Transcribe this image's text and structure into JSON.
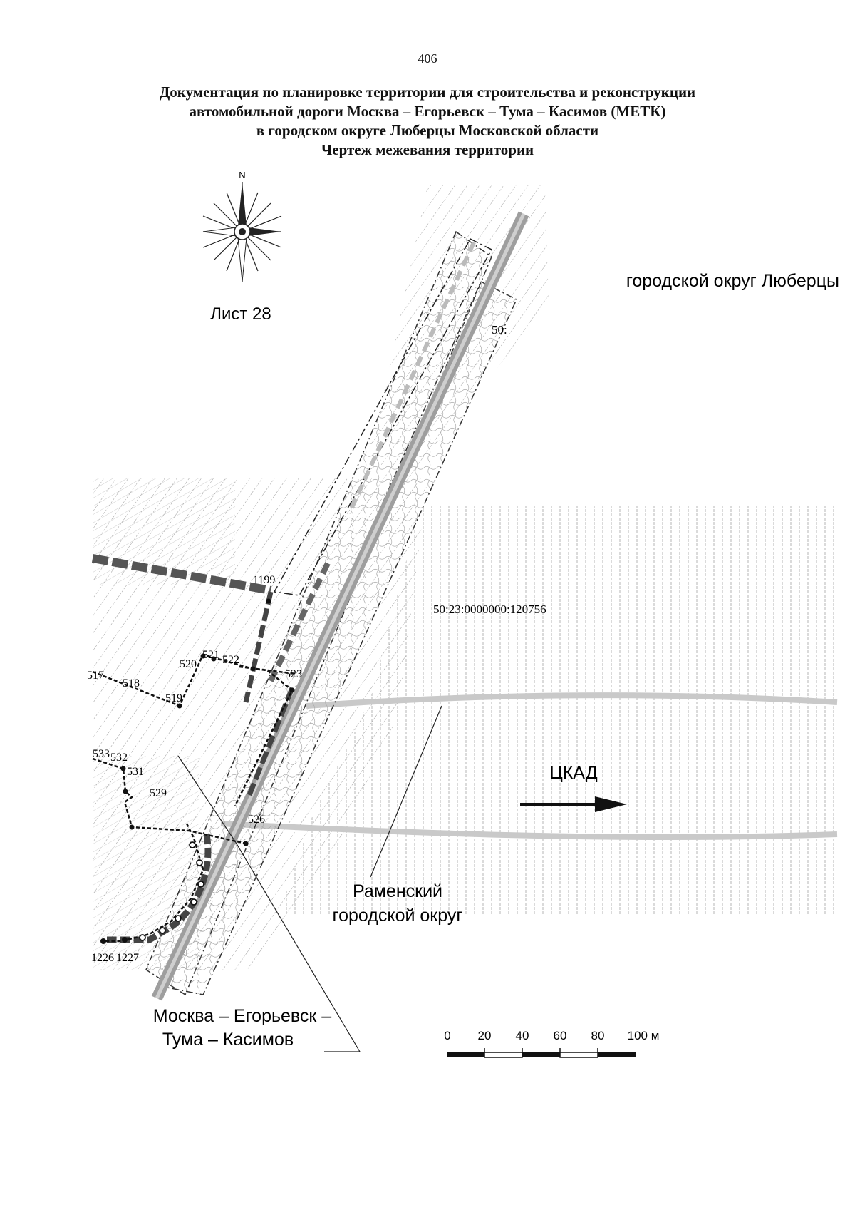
{
  "page_number": "406",
  "title_lines": [
    "Документация по планировке территории для строительства и реконструкции",
    "автомобильной дороги Москва – Егорьевск – Тума – Касимов (МЕТК)",
    "в городском округе Люберцы Московской области",
    "Чертеж межевания территории"
  ],
  "compass": {
    "north_label": "N"
  },
  "sheet_label": "Лист 28",
  "areas": {
    "lyubertsy": "городской округ Люберцы",
    "ramensky_line1": "Раменский",
    "ramensky_line2": "городской округ"
  },
  "direction_label": "ЦКАД",
  "road_label_line1": "Москва – Егорьевск –",
  "road_label_line2": "Тума – Касимов",
  "cadastral": {
    "big_parcel": "50:23:0000000:120756",
    "partial": "50:"
  },
  "points": {
    "p1199": "1199",
    "p517": "517",
    "p518": "518",
    "p519": "519",
    "p520": "520",
    "p521": "521",
    "p522": "522",
    "p523": "523",
    "p526": "526",
    "p529": "529",
    "p531": "531",
    "p532": "532",
    "p533": "533",
    "p1226": "1226",
    "p1227": "1227"
  },
  "scale_bar": {
    "ticks": [
      "0",
      "20",
      "40",
      "60",
      "80",
      "100 м"
    ],
    "max_meters": 100
  }
}
